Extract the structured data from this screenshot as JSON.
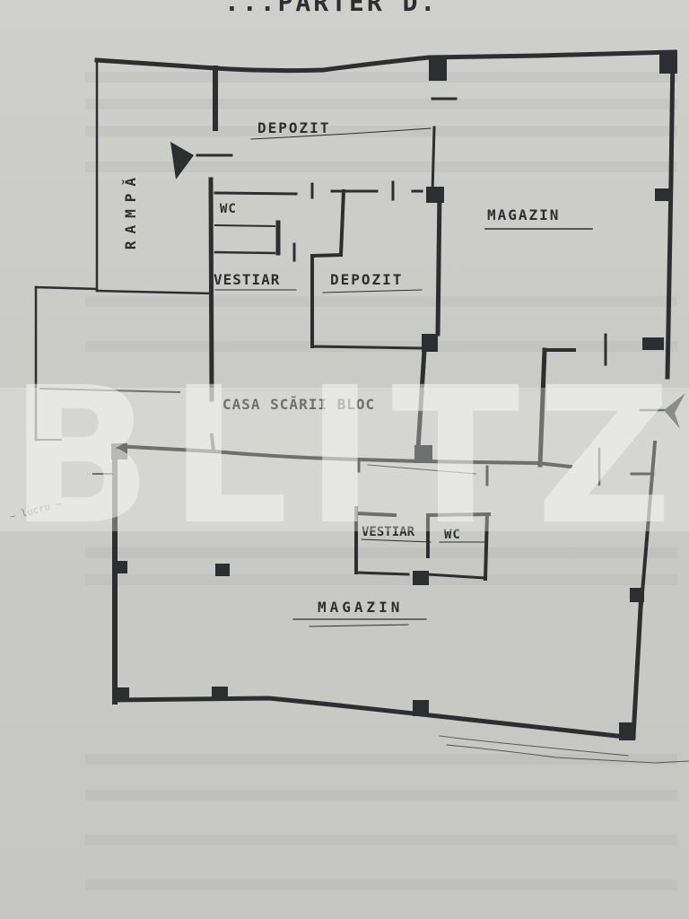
{
  "document": {
    "title_fragment": "...PARTER D.",
    "watermark": "BLITZ",
    "paper_color": "#cbcbc8",
    "ink_color": "#2c2e31"
  },
  "rooms": [
    {
      "id": "rampa",
      "label": "RAMPĂ"
    },
    {
      "id": "depozit-top",
      "label": "DEPOZIT"
    },
    {
      "id": "wc-top",
      "label": "WC"
    },
    {
      "id": "vestiar-top",
      "label": "VESTIAR"
    },
    {
      "id": "depozit-mid",
      "label": "DEPOZIT"
    },
    {
      "id": "magazin-top",
      "label": "MAGAZIN"
    },
    {
      "id": "casa-scarii",
      "label": "CASA SCĂRII BLOC"
    },
    {
      "id": "vestiar-bottom",
      "label": "VESTIAR"
    },
    {
      "id": "wc-bottom",
      "label": "WC"
    },
    {
      "id": "magazin-bottom",
      "label": "MAGAZIN"
    }
  ],
  "annotations": {
    "signature": "~ lucru ~"
  }
}
